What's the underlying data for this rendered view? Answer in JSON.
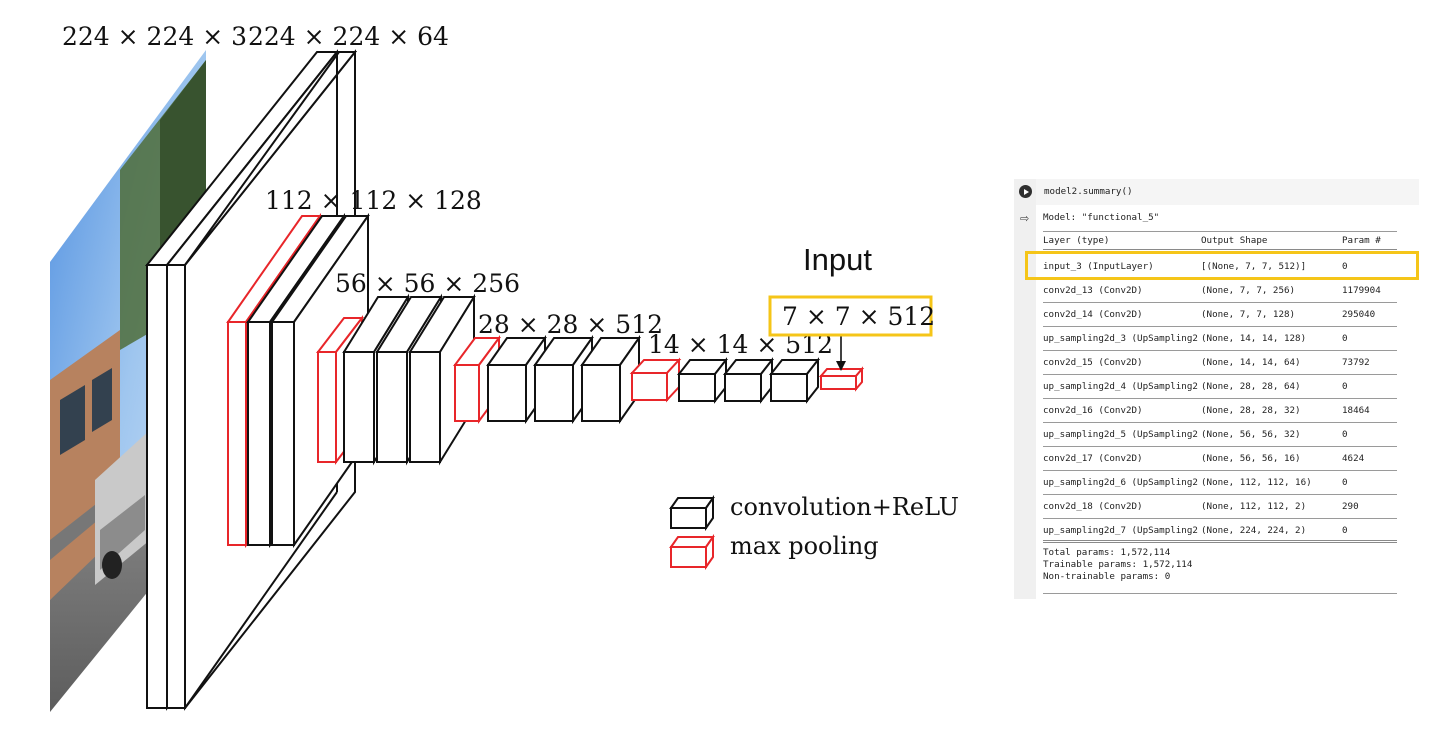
{
  "diagram": {
    "dims": {
      "d224x3": "224 × 224 × 3",
      "d224x64": "224 × 224 × 64",
      "d112": "112 × 112 × 128",
      "d56": "56 × 56 × 256",
      "d28": "28 × 28 × 512",
      "d14": "14 × 14 × 512",
      "d7": "7 × 7 × 512"
    },
    "input_label": "Input",
    "legend": {
      "conv": "convolution+ReLU",
      "pool": "max pooling"
    },
    "colors": {
      "highlight": "#f5c518",
      "pool": "#e8262a",
      "conv": "#111111"
    }
  },
  "notebook": {
    "code": "model2.summary()",
    "model_line": "Model: \"functional_5\"",
    "headers": [
      "Layer (type)",
      "Output Shape",
      "Param #"
    ],
    "rows": [
      [
        "input_3 (InputLayer)",
        "[(None, 7, 7, 512)]",
        "0"
      ],
      [
        "conv2d_13 (Conv2D)",
        "(None, 7, 7, 256)",
        "1179904"
      ],
      [
        "conv2d_14 (Conv2D)",
        "(None, 7, 7, 128)",
        "295040"
      ],
      [
        "up_sampling2d_3 (UpSampling2",
        "(None, 14, 14, 128)",
        "0"
      ],
      [
        "conv2d_15 (Conv2D)",
        "(None, 14, 14, 64)",
        "73792"
      ],
      [
        "up_sampling2d_4 (UpSampling2",
        "(None, 28, 28, 64)",
        "0"
      ],
      [
        "conv2d_16 (Conv2D)",
        "(None, 28, 28, 32)",
        "18464"
      ],
      [
        "up_sampling2d_5 (UpSampling2",
        "(None, 56, 56, 32)",
        "0"
      ],
      [
        "conv2d_17 (Conv2D)",
        "(None, 56, 56, 16)",
        "4624"
      ],
      [
        "up_sampling2d_6 (UpSampling2",
        "(None, 112, 112, 16)",
        "0"
      ],
      [
        "conv2d_18 (Conv2D)",
        "(None, 112, 112, 2)",
        "290"
      ],
      [
        "up_sampling2d_7 (UpSampling2",
        "(None, 224, 224, 2)",
        "0"
      ]
    ],
    "total": "Total params: 1,572,114",
    "trainable": "Trainable params: 1,572,114",
    "non_trainable": "Non-trainable params: 0"
  }
}
